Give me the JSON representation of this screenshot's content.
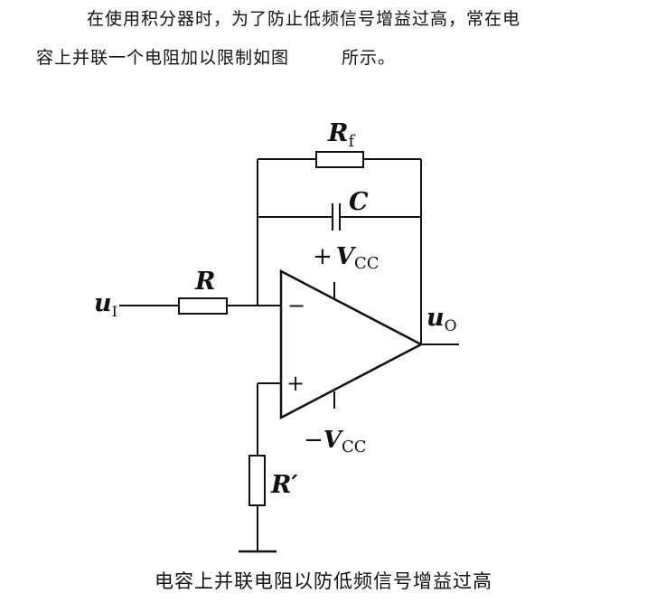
{
  "paragraph": {
    "line1": "在使用积分器时，为了防止低频信号增益过高，常在电",
    "line2_a": "容上并联一个电阻加以限制如图",
    "line2_b": "所示。"
  },
  "circuit": {
    "feedback_resistor": {
      "main": "R",
      "sub": "f"
    },
    "capacitor": "C",
    "input_resistor": "R",
    "ground_resistor": "R′",
    "input": {
      "main": "u",
      "sub": "I"
    },
    "output": {
      "main": "u",
      "sub": "O"
    },
    "vcc_pos": {
      "sign": "+",
      "main": "V",
      "sub": "CC"
    },
    "vcc_neg": {
      "sign": "−",
      "main": "V",
      "sub": "CC"
    },
    "inverting_sign": "−",
    "noninverting_sign": "+"
  },
  "caption": "电容上并联电阻以防低频信号增益过高"
}
